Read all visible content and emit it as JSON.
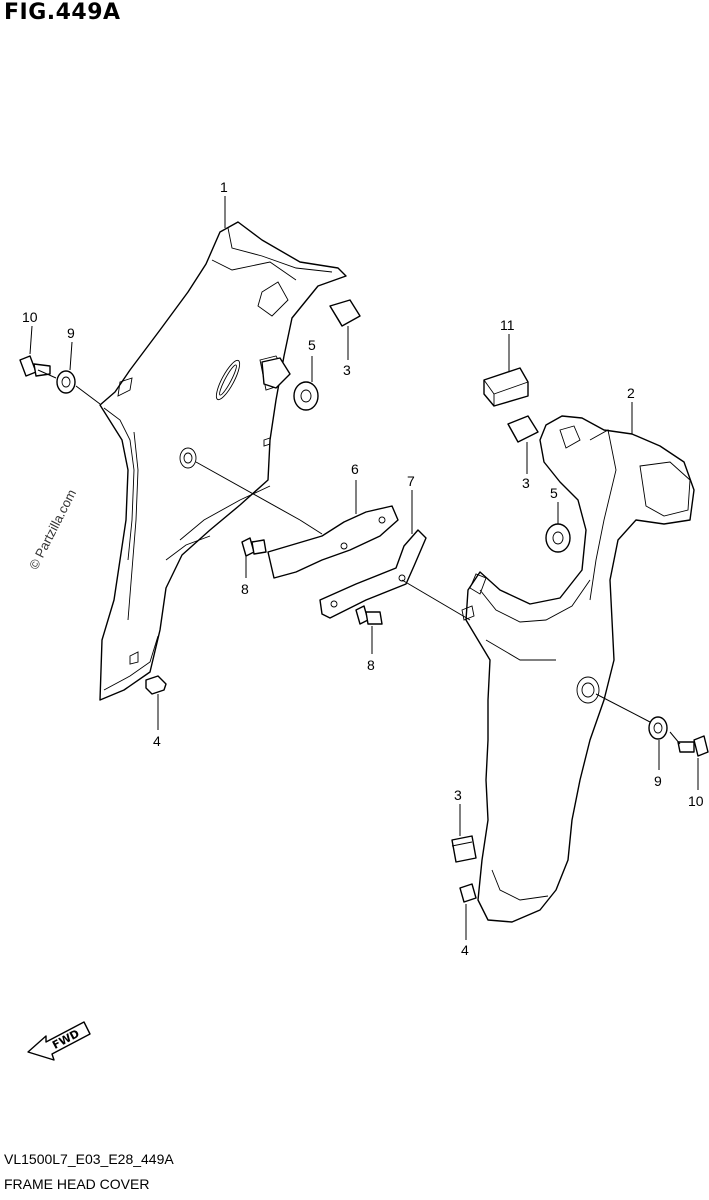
{
  "figure": {
    "title": "FIG.449A",
    "code": "VL1500L7_E03_E28_449A",
    "name": "FRAME HEAD COVER",
    "watermark": "© Partzilla.com",
    "fwd_label": "FWD"
  },
  "callouts": [
    {
      "id": "c1",
      "label": "1"
    },
    {
      "id": "c2",
      "label": "2"
    },
    {
      "id": "c3a",
      "label": "3"
    },
    {
      "id": "c3b",
      "label": "3"
    },
    {
      "id": "c3c",
      "label": "3"
    },
    {
      "id": "c4a",
      "label": "4"
    },
    {
      "id": "c4b",
      "label": "4"
    },
    {
      "id": "c5a",
      "label": "5"
    },
    {
      "id": "c5b",
      "label": "5"
    },
    {
      "id": "c6",
      "label": "6"
    },
    {
      "id": "c7",
      "label": "7"
    },
    {
      "id": "c8a",
      "label": "8"
    },
    {
      "id": "c8b",
      "label": "8"
    },
    {
      "id": "c9a",
      "label": "9"
    },
    {
      "id": "c9b",
      "label": "9"
    },
    {
      "id": "c10a",
      "label": "10"
    },
    {
      "id": "c10b",
      "label": "10"
    },
    {
      "id": "c11",
      "label": "11"
    }
  ]
}
